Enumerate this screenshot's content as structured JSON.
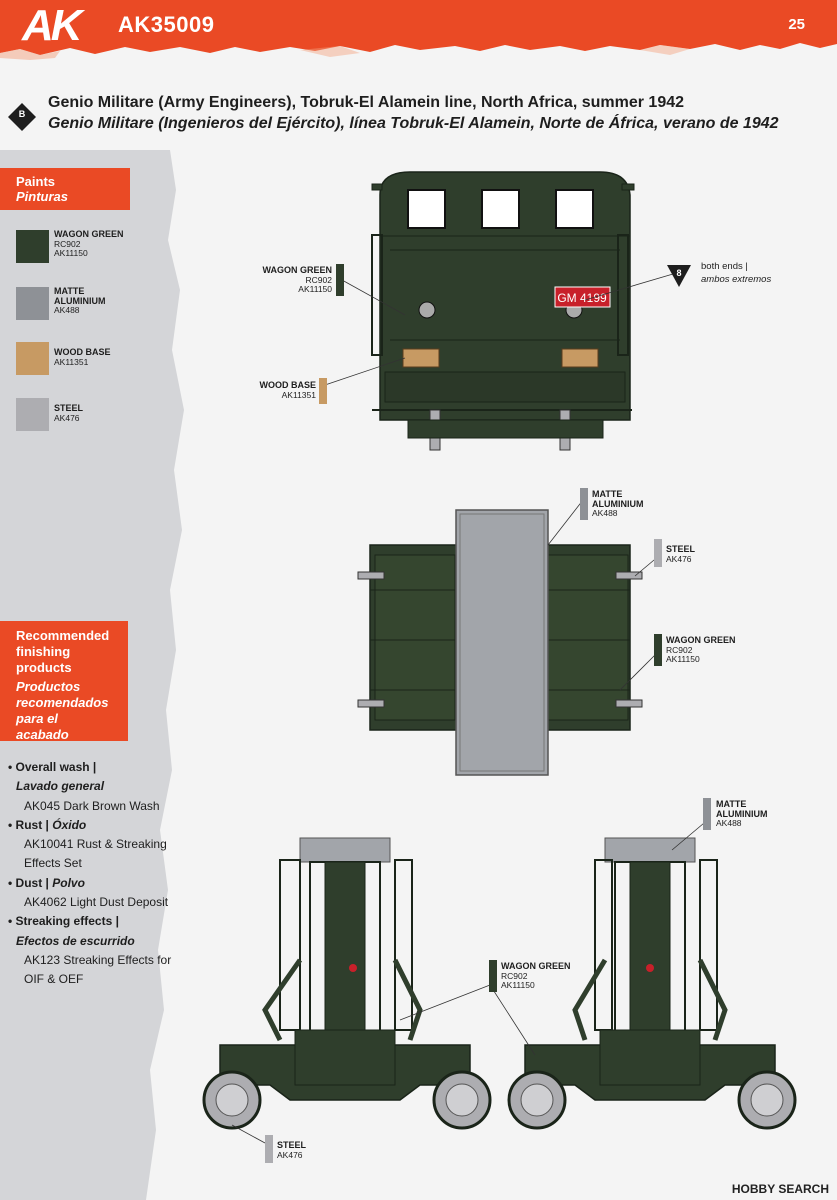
{
  "header": {
    "logo": "AK",
    "code": "AK35009",
    "page": "25"
  },
  "title": {
    "badge": "B",
    "en": "Genio Militare (Army Engineers), Tobruk-El Alamein line, North Africa, summer 1942",
    "es": "Genio Militare (Ingenieros del Ejército), línea Tobruk-El Alamein, Norte de África, verano de 1942"
  },
  "paints": {
    "title_en": "Paints",
    "title_es": "Pinturas",
    "items": [
      {
        "name": "WAGON GREEN",
        "code1": "RC902",
        "code2": "AK11150",
        "color": "#2f3e2c"
      },
      {
        "name1": "MATTE",
        "name2": "ALUMINIUM",
        "code1": "AK488",
        "color": "#8e9196"
      },
      {
        "name": "WOOD BASE",
        "code1": "AK11351",
        "color": "#c79a63"
      },
      {
        "name": "STEEL",
        "code1": "AK476",
        "color": "#adadb1"
      }
    ]
  },
  "recommended": {
    "title_en": "Recommended finishing products",
    "title_es": "Productos recomendados para el acabado",
    "items": [
      {
        "head_en": "• Overall wash |",
        "head_es": "Lavado general",
        "product": "AK045 Dark Brown Wash"
      },
      {
        "head_en": "• Rust |",
        "head_es": "Óxido",
        "product1": "AK10041 Rust & Streaking",
        "product2": "Effects Set"
      },
      {
        "head_en": "• Dust |",
        "head_es": "Polvo",
        "product": "AK4062 Light Dust Deposit"
      },
      {
        "head_en": "• Streaking effects |",
        "head_es": "Efectos de escurrido",
        "product1": "AK123 Streaking Effects for",
        "product2": "OIF & OEF"
      }
    ]
  },
  "callouts": {
    "wagon_green": {
      "name": "WAGON GREEN",
      "code1": "RC902",
      "code2": "AK11150"
    },
    "wood_base": {
      "name": "WOOD BASE",
      "code1": "AK11351"
    },
    "matte_aluminium": {
      "name1": "MATTE",
      "name2": "ALUMINIUM",
      "code1": "AK488"
    },
    "steel": {
      "name": "STEEL",
      "code1": "AK476"
    },
    "ends_marker": "8",
    "ends_en": "both ends |",
    "ends_es": "ambos extremos"
  },
  "plate": "GM 4199",
  "watermark": "HOBBY SEARCH",
  "colors": {
    "accent": "#ea4a25",
    "wagon_green": "#2f3e2c",
    "aluminium": "#8e9196",
    "wood": "#c79a63",
    "steel": "#adadb1"
  }
}
